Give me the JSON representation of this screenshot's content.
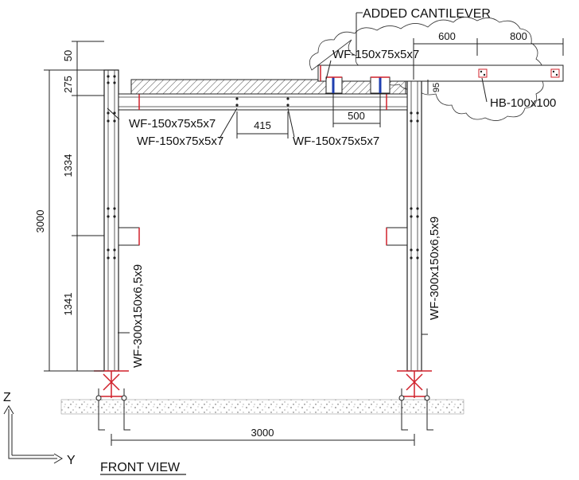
{
  "title": "FRONT VIEW",
  "axes": {
    "z": "Z",
    "y": "Y"
  },
  "callout": "ADDED CANTILEVER",
  "dimensions": {
    "top_gap": "50",
    "beam_depth_zone": "275",
    "upper_col": "1334",
    "total_height": "3000",
    "lower_col": "1341",
    "span": "3000",
    "bolt_spacing": "415",
    "cantilever_a": "600",
    "cantilever_b": "800",
    "support_spacing": "500",
    "cantilever_offset": "95"
  },
  "labels": {
    "wf_left_1": "WF-150x75x5x7",
    "wf_left_2": "WF-150x75x5x7",
    "wf_right": "WF-150x75x5x7",
    "wf_cantilever": "WF-150x75x5x7",
    "hb": "HB-100x100",
    "col_left": "WF-300x150x6,5x9",
    "col_right": "WF-300x150x6,5x9"
  },
  "colors": {
    "connection": "#d0202a",
    "support": "#1f3fb0",
    "line": "#222222"
  }
}
